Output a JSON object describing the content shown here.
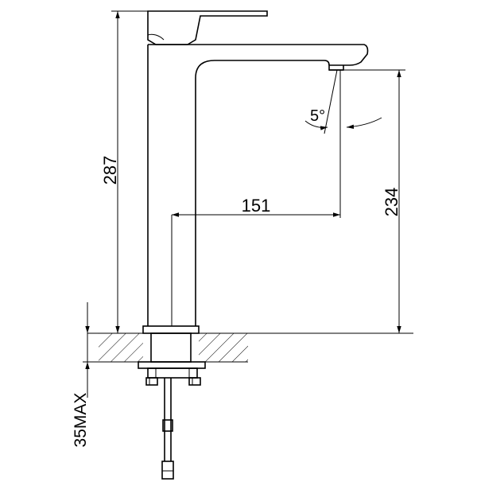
{
  "dimensions": {
    "total_height": "287",
    "spout_height": "234",
    "spout_reach": "151",
    "angle": "5°",
    "mounting_thickness": "35MAX"
  }
}
